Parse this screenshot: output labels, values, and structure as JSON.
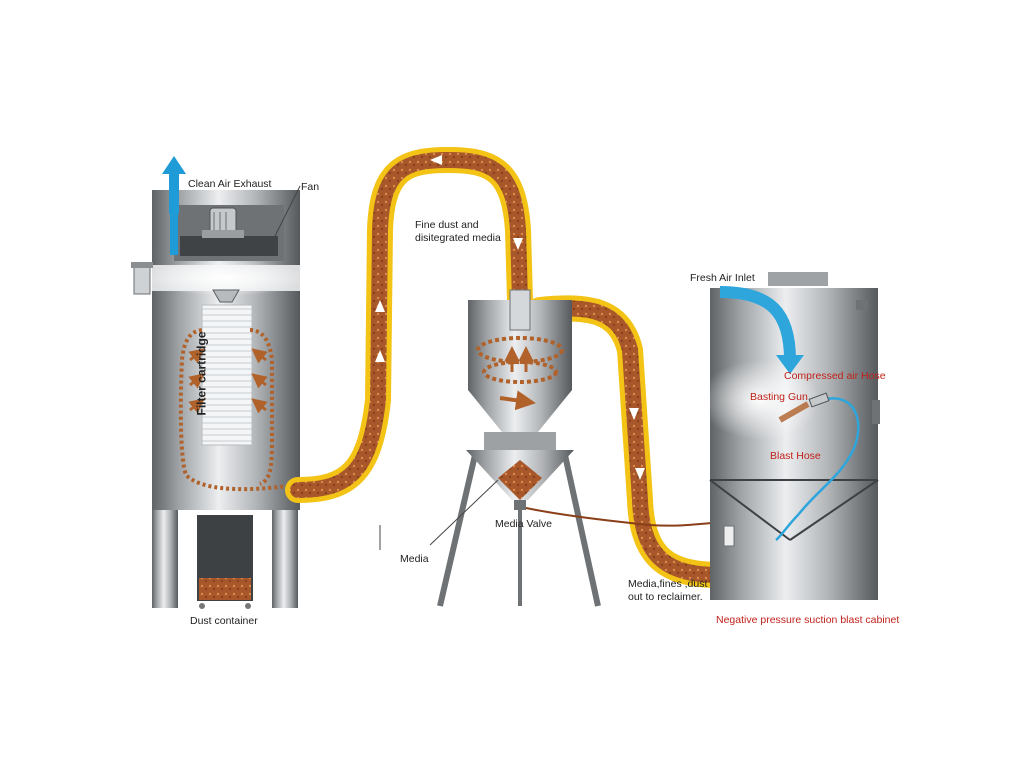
{
  "labels": {
    "clean_air_exhaust": "Clean Air Exhaust",
    "fan": "Fan",
    "filter_cartridge": "Filter cartridge",
    "dust_container": "Dust container",
    "fine_dust_line1": "Fine dust and",
    "fine_dust_line2": "disitegrated media",
    "media": "Media",
    "media_valve": "Media Valve",
    "fresh_air_inlet": "Fresh Air Inlet",
    "compressed_air_hose": "Compressed air Hose",
    "basting_gun": "Basting Gun",
    "blast_hose": "Blast Hose",
    "media_fines_line1": "Media,fines ,dust",
    "media_fines_line2": "out to reclaimer.",
    "negative_pressure_cabinet": "Negative pressure suction blast cabinet"
  },
  "colors": {
    "label_dark": "#222222",
    "label_red": "#c0211b",
    "tube_outer": "#f3c316",
    "media_brown": "#b0622a",
    "steel_dark": "#5f6366",
    "steel_mid": "#a9adb0",
    "steel_light": "#e6e8ea",
    "air_blue": "#2ea6dc"
  },
  "icons": [
    "up-arrow-icon",
    "flow-arrow-icon",
    "fan-motor-icon",
    "pressure-gauge-icon"
  ]
}
